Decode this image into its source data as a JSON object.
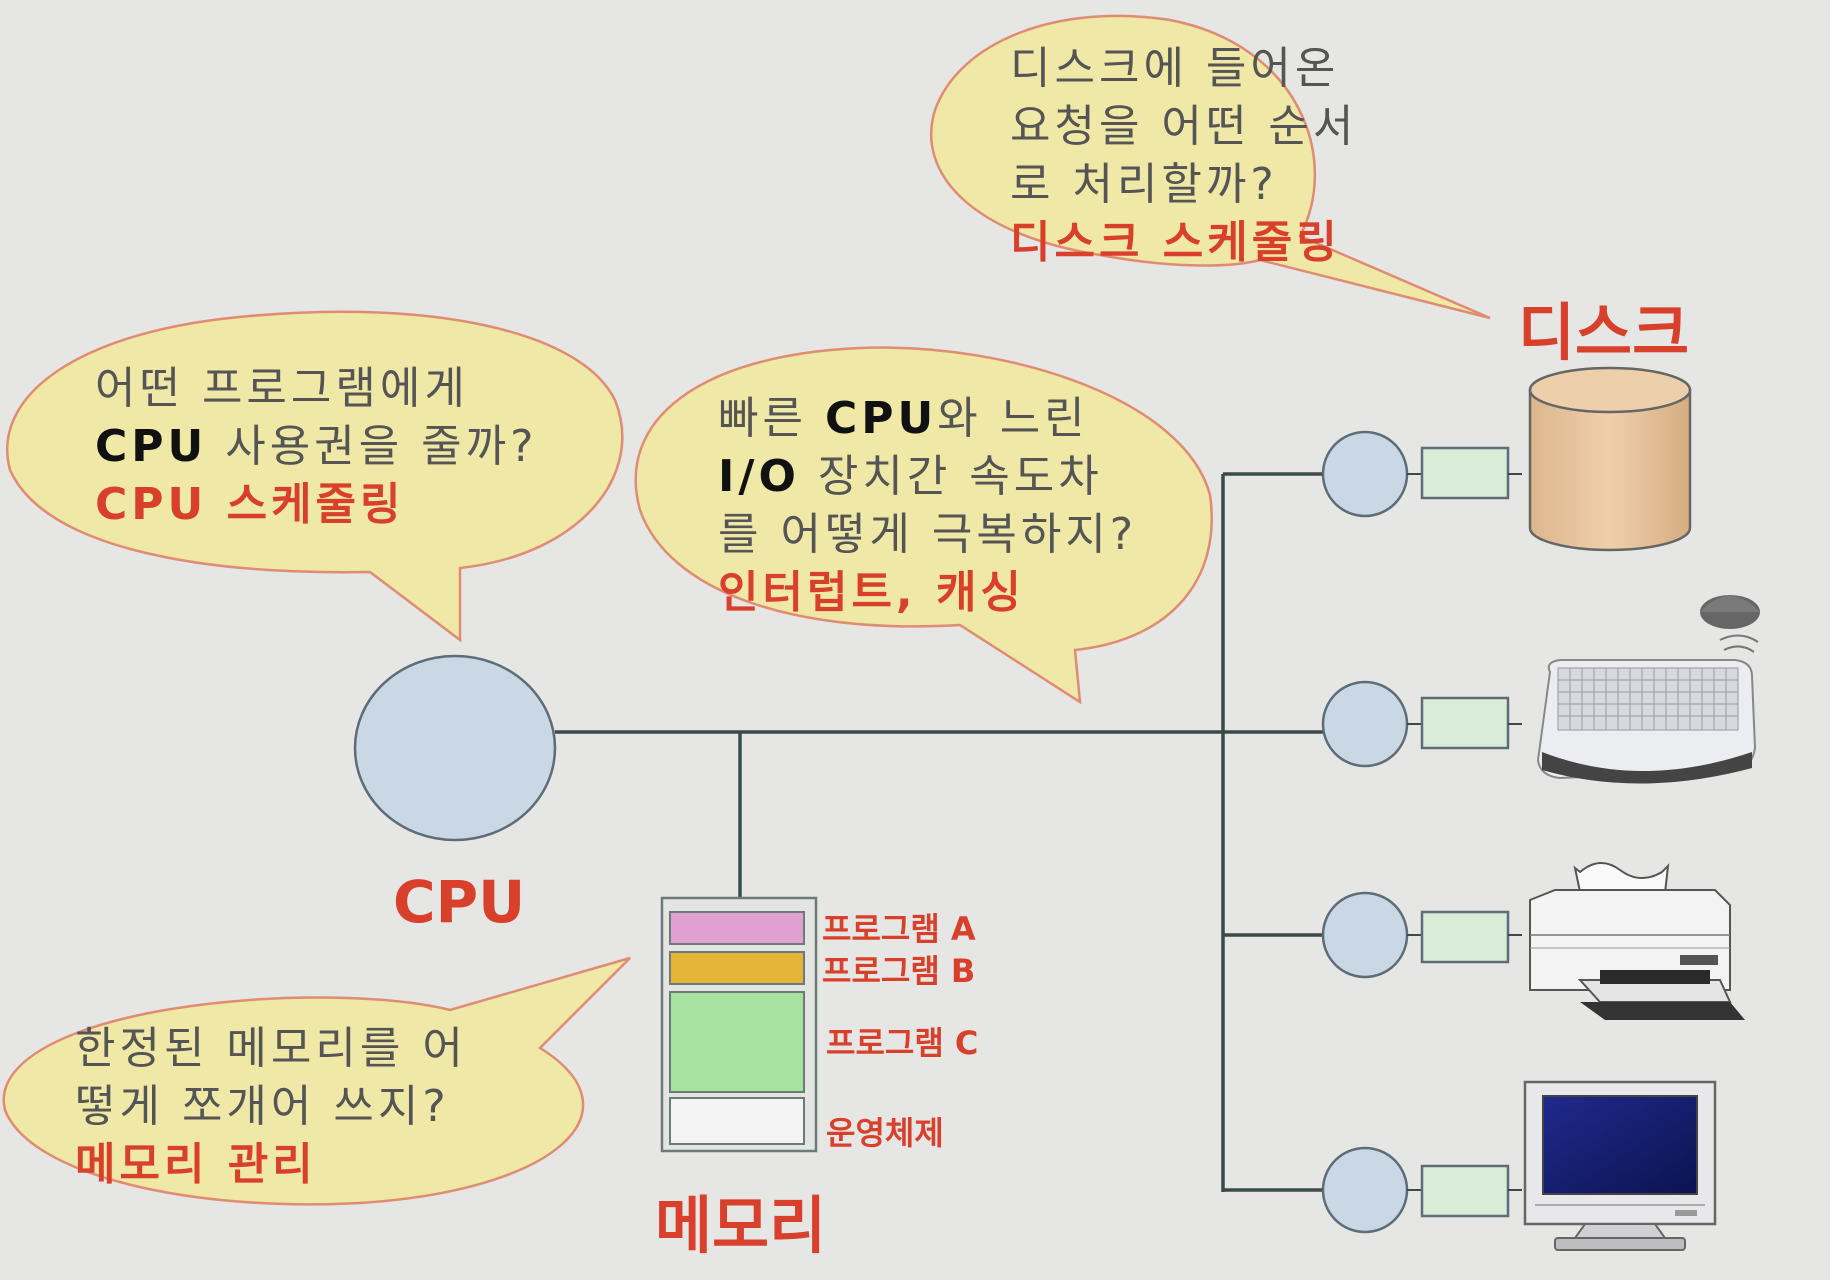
{
  "bubbles": {
    "disk": {
      "line1": "디스크에 들어온",
      "line2": "요청을 어떤 순서",
      "line3": "로 처리할까?",
      "answer": "디스크 스케줄링"
    },
    "cpu": {
      "line1": "어떤 프로그램에게",
      "line2_a": "CPU",
      "line2_b": " 사용권을 줄까?",
      "answer_a": "CPU",
      "answer_b": " 스케줄링"
    },
    "io": {
      "line1_a": "빠른 ",
      "line1_b": "CPU",
      "line1_c": "와 느린",
      "line2_a": "I/O",
      "line2_b": " 장치간 속도차",
      "line3": "를 어떻게 극복하지?",
      "answer": "인터럽트, 캐싱"
    },
    "memory": {
      "line1": "한정된 메모리를 어",
      "line2": "떻게 쪼개어 쓰지?",
      "answer": "메모리 관리"
    }
  },
  "labels": {
    "cpu": "CPU",
    "memory": "메모리",
    "disk": "디스크"
  },
  "memory_blocks": {
    "program_a": "프로그램 A",
    "program_b": "프로그램 B",
    "program_c": "프로그램 C",
    "os": "운영체제"
  },
  "colors": {
    "background": "#e6e6e4",
    "bubble_fill": "#efe8a6",
    "bubble_stroke": "#e08c74",
    "accent_red": "#d8402c",
    "node_fill": "#c9d8e4",
    "controller_fill": "#d9ecd8",
    "program_a": "#e0a0d0",
    "program_b": "#e5b53a",
    "program_c": "#a8e2a0",
    "os": "#f4f4f4",
    "disk_fill": "#e6c29d"
  }
}
